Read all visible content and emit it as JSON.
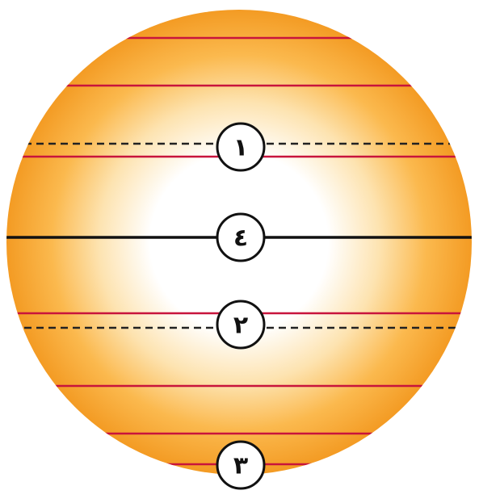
{
  "markers": [
    {
      "id": "1",
      "label": "١"
    },
    {
      "id": "4",
      "label": "٤"
    },
    {
      "id": "2",
      "label": "٢"
    },
    {
      "id": "3",
      "label": "٣"
    }
  ],
  "colors": {
    "globe_outer": "#f59a1e",
    "globe_mid": "#fbc768",
    "globe_center": "#ffffff",
    "latitude_line": "#c8143c",
    "equator_line": "#111111",
    "dashed_line": "#222222",
    "marker_fill": "#ffffff",
    "marker_stroke": "#111111"
  }
}
